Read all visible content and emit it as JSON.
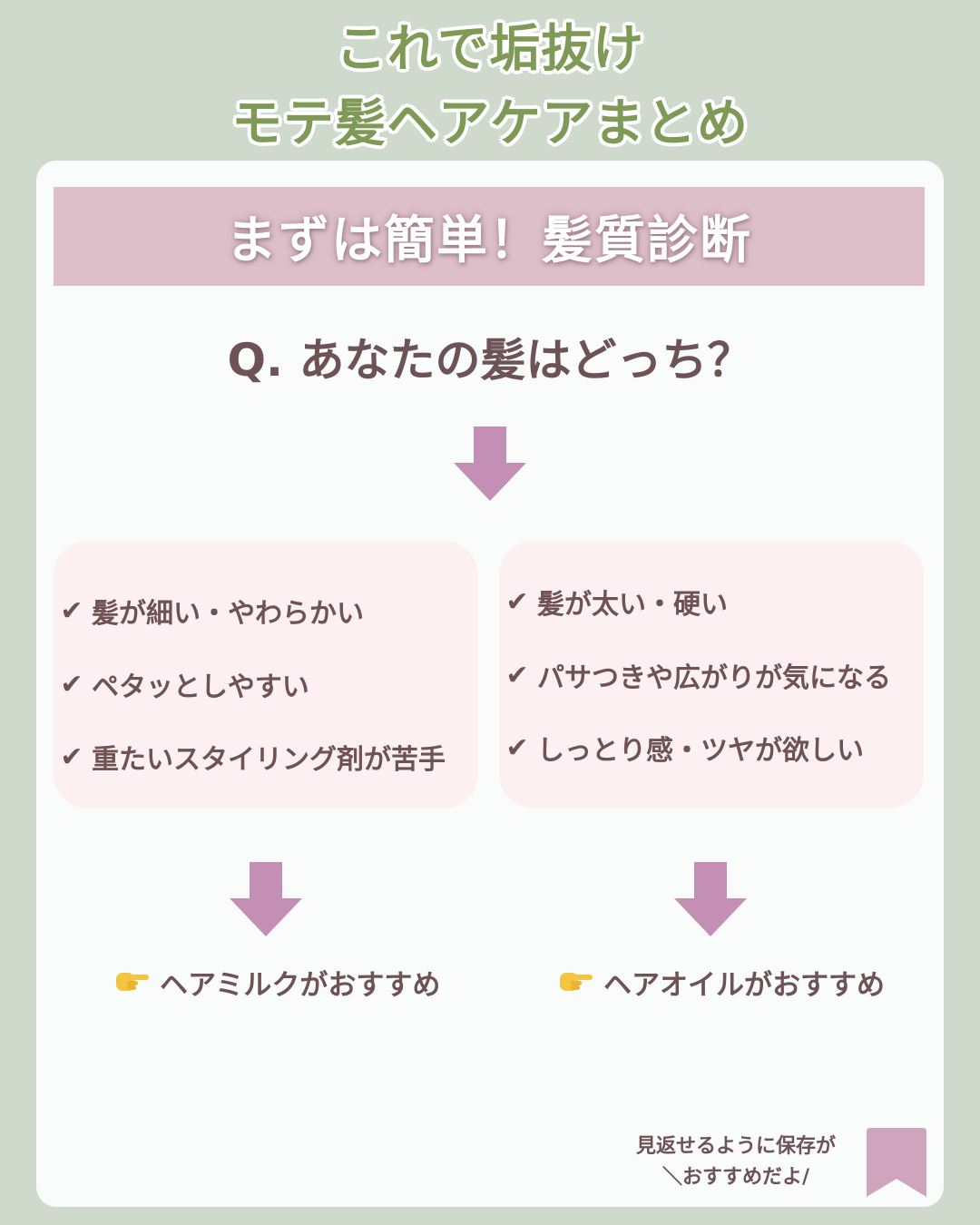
{
  "title": {
    "line1": "これで垢抜け",
    "line2": "モテ髪ヘアケアまとめ"
  },
  "banner": "まずは簡単！髪質診断",
  "question": "Q. あなたの髪はどっち？",
  "left": {
    "check": "✔",
    "items": [
      "髪が細い・やわらかい",
      "ペタッとしやすい",
      "重たいスタイリング剤が苦手"
    ],
    "recommendation": "ヘアミルクがおすすめ"
  },
  "right": {
    "check": "✔",
    "items": [
      "髪が太い・硬い",
      "パサつきや広がりが気になる",
      "しっとり感・ツヤが欲しい"
    ],
    "recommendation": "ヘアオイルがおすすめ"
  },
  "save_note": {
    "line1": "見返せるように保存が",
    "line2": "＼おすすめだよ/"
  },
  "icons": {
    "arrow": "down-arrow-icon",
    "pointer": "pointing-hand-icon",
    "bookmark": "bookmark-icon"
  },
  "colors": {
    "background": "#cfd9cc",
    "title_green": "#7f9a56",
    "banner_pink": "#ddbfc9",
    "box_pink": "#fdf0f3",
    "arrow_mauve": "#c48fb5",
    "text_brown": "#6e5356",
    "bookmark_mauve": "#cea5bd"
  }
}
